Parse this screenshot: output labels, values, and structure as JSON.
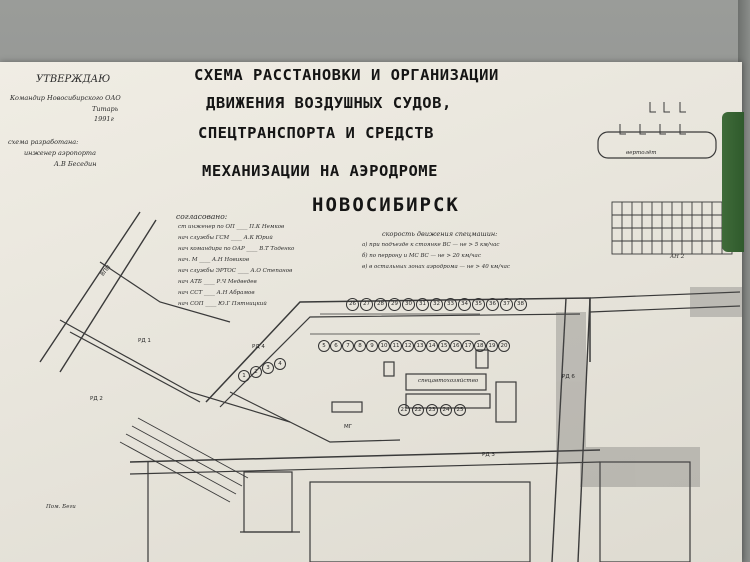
{
  "approval": {
    "label": "УТВЕРЖДАЮ",
    "line1": "Командир Новосибирского ОАО",
    "line2": "Титарь",
    "date": "1991г",
    "developed_label": "схема разработана:",
    "developer": "инженер аэропорта",
    "developer_name": "А.В Беседин"
  },
  "title": {
    "line1": "СХЕМА РАССТАНОВКИ И ОРГАНИЗАЦИИ",
    "line2": "ДВИЖЕНИЯ ВОЗДУШНЫХ СУДОВ,",
    "line3": "СПЕЦТРАНСПОРТА И СРЕДСТВ",
    "line4": "МЕХАНИЗАЦИИ НА АЭРОДРОМЕ",
    "city": "НОВОСИБИРСК"
  },
  "agreed": {
    "header": "согласовано:",
    "rows": [
      {
        "role": "ст инженер по ОП",
        "name": "П.К Немков"
      },
      {
        "role": "нач службы ГСМ",
        "name": "А.К Юрий"
      },
      {
        "role": "нач командира по ОАР",
        "name": "В.Т Тоденко"
      },
      {
        "role": "нач. М",
        "name": "А.Н Новиков"
      },
      {
        "role": "нач службы ЭРТОС",
        "name": "А.О Степанов"
      },
      {
        "role": "нач АТБ",
        "name": "Р.Ч Медведев"
      },
      {
        "role": "нач ССТ",
        "name": "А.Н Абрамов"
      },
      {
        "role": "нач СОП",
        "name": "Ю.Г Пятницкий"
      }
    ]
  },
  "speed": {
    "header": "скорость движения спецмашин:",
    "rows": [
      "а) при подъезде к стоянке ВС — не > 5 км/час",
      "б) по перрону и МС ВС — не > 20 км/час",
      "в) в остальных зонах аэродрома — не > 40 км/час"
    ]
  },
  "labels": {
    "vertolet": "вертолёт",
    "rd1": "РД 1",
    "rd2": "РД 2",
    "rd3": "РД 3",
    "rd4": "РД 4",
    "rd6": "РД 6",
    "vpp": "ВПП",
    "mg": "МГ",
    "ang": "АН 2",
    "post": "Пом. Беги",
    "deps": "спецавтохозяйство"
  },
  "stands_top": [
    "26",
    "27",
    "28",
    "29",
    "30",
    "31",
    "32",
    "33",
    "34",
    "35",
    "36",
    "37",
    "38"
  ],
  "stands_mid": [
    "5",
    "6",
    "7",
    "8",
    "9",
    "10",
    "11",
    "12",
    "13",
    "14",
    "15",
    "16",
    "17",
    "18",
    "19",
    "20"
  ],
  "stands_lower": [
    "1",
    "2",
    "3",
    "4",
    "21",
    "22",
    "23",
    "24",
    "25"
  ]
}
